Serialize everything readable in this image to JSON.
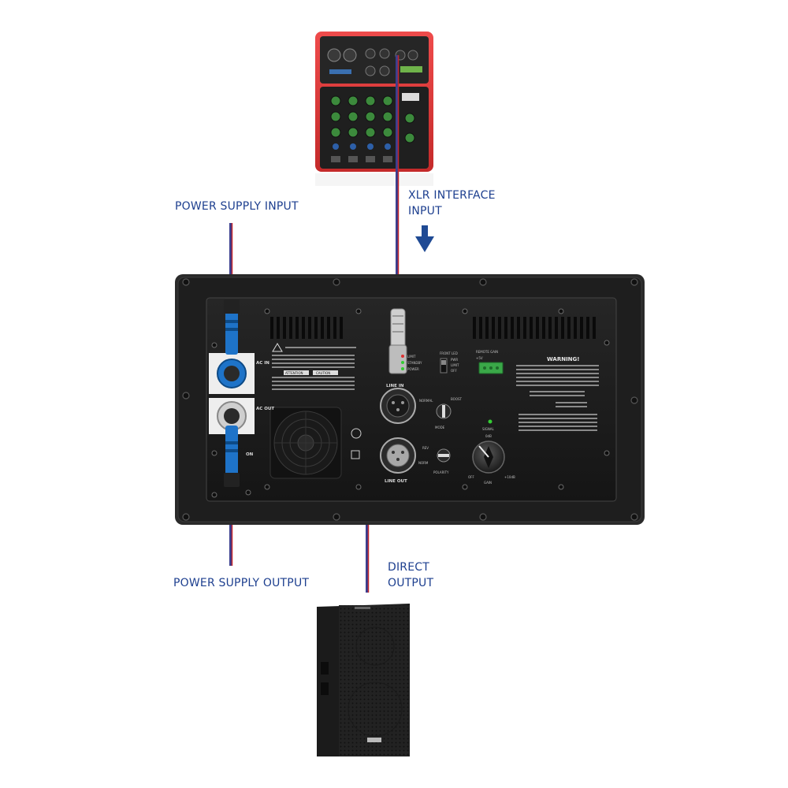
{
  "labels": {
    "power_supply_input": "POWER SUPPLY INPUT",
    "xlr_interface_line1": "XLR INTERFACE",
    "xlr_interface_line2": "INPUT",
    "power_supply_output": "POWER SUPPLY OUTPUT",
    "direct_output_line1": "DIRECT",
    "direct_output_line2": "OUTPUT"
  },
  "panel": {
    "ac_in": "AC IN",
    "ac_out": "AC OUT",
    "on": "ON",
    "line_in": "LINE IN",
    "line_out": "LINE OUT",
    "limit": "LIMIT",
    "standby": "STANDBY",
    "power": "POWER",
    "front_led": "FRONT LED",
    "pwr": "PWR",
    "led_limit": "LIMIT",
    "led_off": "OFF",
    "remote_gain": "REMOTE GAIN",
    "remote_pins": "+5V",
    "warning": "WARNING!",
    "normal": "NORMAL",
    "boost": "BOOST",
    "mode": "MODE",
    "rev": "REV",
    "norm": "NORM",
    "polarity": "POLARITY",
    "signal": "SIGNAL",
    "zero_db": "0dB",
    "off": "OFF",
    "gain": "GAIN",
    "plus10db": "+10dB",
    "attention": "ATTENTION",
    "caution": "CAUTION"
  },
  "colors": {
    "label_blue": "#1d3f8f",
    "cable_red": "#c2272d",
    "cable_blue": "#3b3f8f",
    "arrow_blue": "#1f4a94",
    "mixer_red": "#e23b3b",
    "panel_black": "#1b1b1b",
    "neutrik_blue": "#1e73c8"
  },
  "icons": [
    "down-arrow-icon",
    "warning-triangle-icon"
  ]
}
